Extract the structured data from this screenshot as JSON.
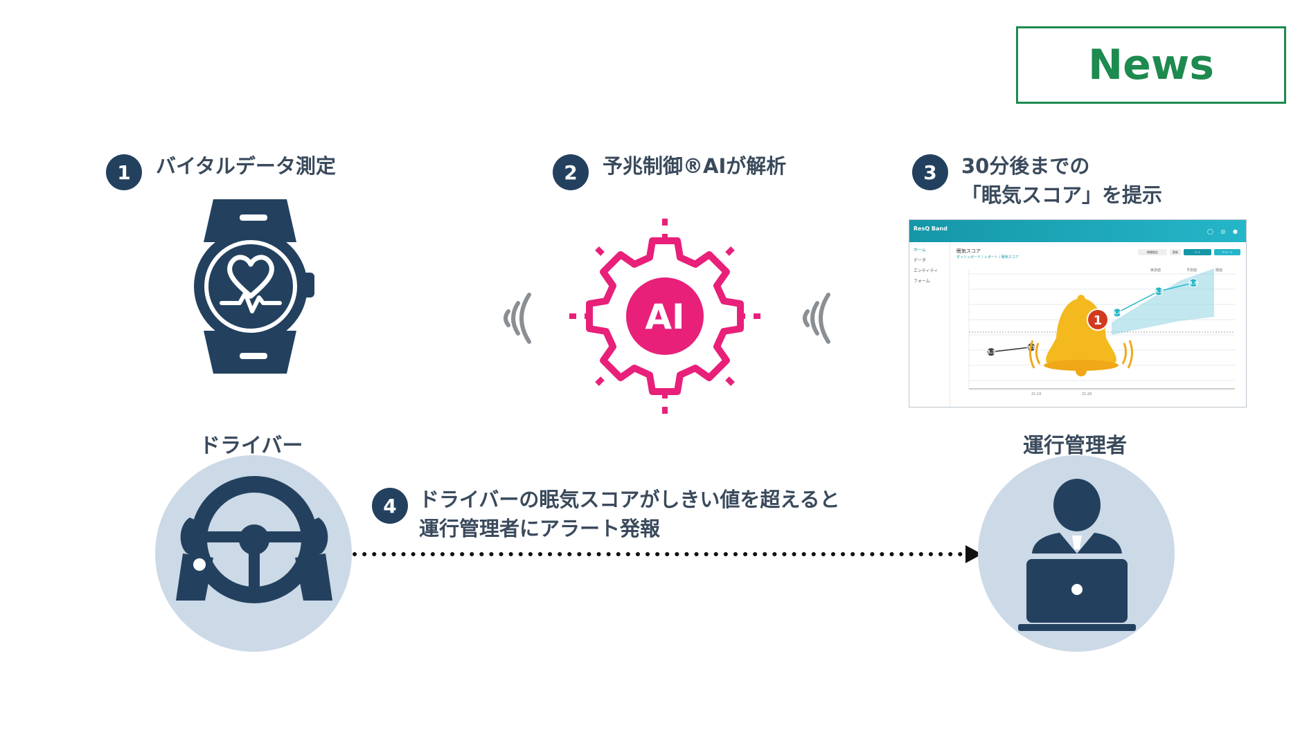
{
  "header": {
    "news_label": "News"
  },
  "steps": [
    {
      "number": "1",
      "text": "バイタルデータ測定"
    },
    {
      "number": "2",
      "text": "予兆制御®AIが解析"
    },
    {
      "number": "3",
      "line1": "30分後までの",
      "line2": "「眠気スコア」を提示"
    },
    {
      "number": "4",
      "line1": "ドライバーの眠気スコアがしきい値を超えると",
      "line2": "運行管理者にアラート発報"
    }
  ],
  "ai_label": "AI",
  "driver_label": "ドライバー",
  "manager_label": "運行管理者",
  "screenshot": {
    "app_title": "ResQ Band",
    "sidebar": [
      "ホーム",
      "データ",
      "エンティティ",
      "フォーム"
    ],
    "page_title": "眠気スコア",
    "breadcrumb": "ダッシュボード / レポート / 眠気スコア",
    "buttons": [
      "期間指定",
      "更新",
      "< >",
      "アラート"
    ],
    "legend": [
      "実測値",
      "予測値",
      "閾値"
    ],
    "x_ticks": [
      "21:10",
      "21:20"
    ],
    "alert_count": "1"
  },
  "chart_data": {
    "type": "line",
    "series": [
      {
        "name": "実測値",
        "values": [
          3.1,
          3.5
        ]
      },
      {
        "name": "予測値",
        "values": [
          6.4,
          8.2,
          8.9
        ]
      }
    ],
    "ylim": [
      0,
      10
    ]
  },
  "colors": {
    "navy": "#23415f",
    "ai_pink": "#e8207a",
    "news_green": "#1d8a4f",
    "circle_bg": "#ccd9e6",
    "teal": "#1597a8",
    "bell": "#f5b920",
    "alert_red": "#d23a1e"
  }
}
